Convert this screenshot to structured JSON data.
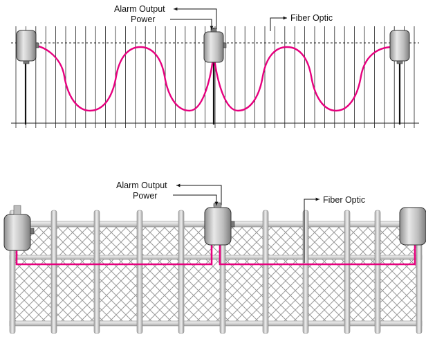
{
  "top_diagram": {
    "label_alarm": "Alarm Output",
    "label_power": "Power",
    "label_fiber": "Fiber Optic"
  },
  "bottom_diagram": {
    "label_alarm": "Alarm Output",
    "label_power": "Power",
    "label_fiber": "Fiber Optic"
  },
  "colors": {
    "fiber": "#e6007e",
    "sensor_fill": "#c9c9c9",
    "fence_frame": "#cfcfcf",
    "mesh": "#9a9a9a"
  },
  "icons": [
    "sensor-enclosure-icon",
    "arrow-icon"
  ]
}
